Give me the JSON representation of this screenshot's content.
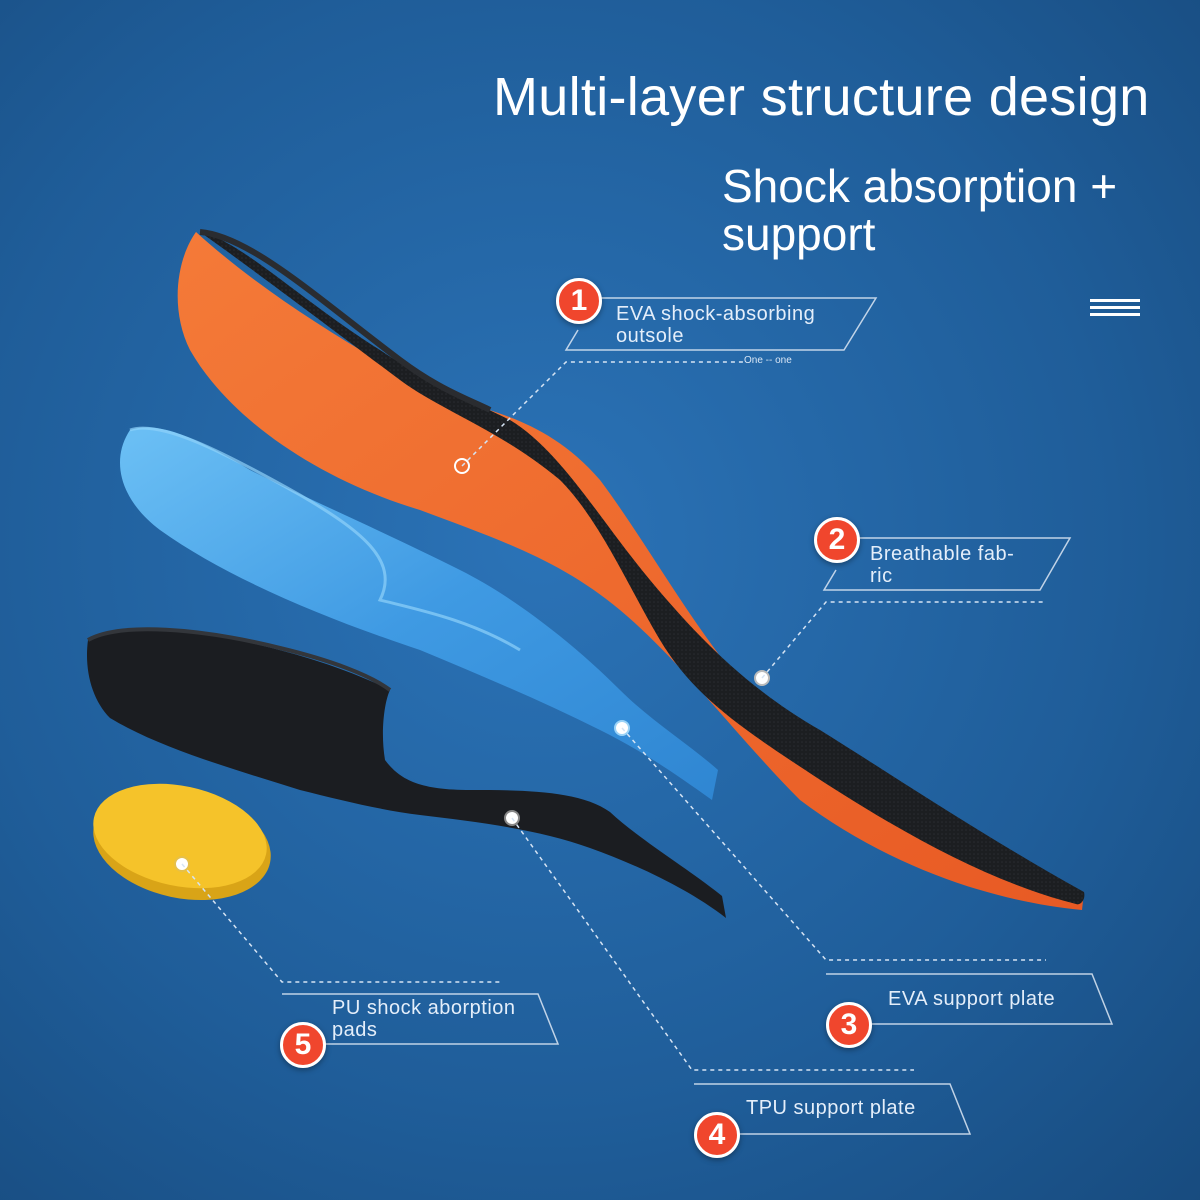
{
  "header": {
    "title": "Multi-layer structure design",
    "subtitle": "Shock absorption + support"
  },
  "layers": [
    {
      "number": "1",
      "label_line1": "EVA shock-absorbing",
      "label_line2": "outsole",
      "note": "One -- one"
    },
    {
      "number": "2",
      "label_line1": "Breathable fab-",
      "label_line2": "ric"
    },
    {
      "number": "3",
      "label_line1": "EVA support plate"
    },
    {
      "number": "4",
      "label_line1": "TPU support plate"
    },
    {
      "number": "5",
      "label_line1": "PU shock aborption",
      "label_line2": "pads"
    }
  ],
  "icons": {
    "menu": "menu-lines-icon"
  },
  "colors": {
    "background": "#1f5d99",
    "badge": "#f0462d",
    "eva_outsole": "#f26a2e",
    "fabric": "#1d1f22",
    "eva_plate": "#49a3e8",
    "tpu_plate": "#1b1d21",
    "pu_pad": "#f5c32a"
  }
}
